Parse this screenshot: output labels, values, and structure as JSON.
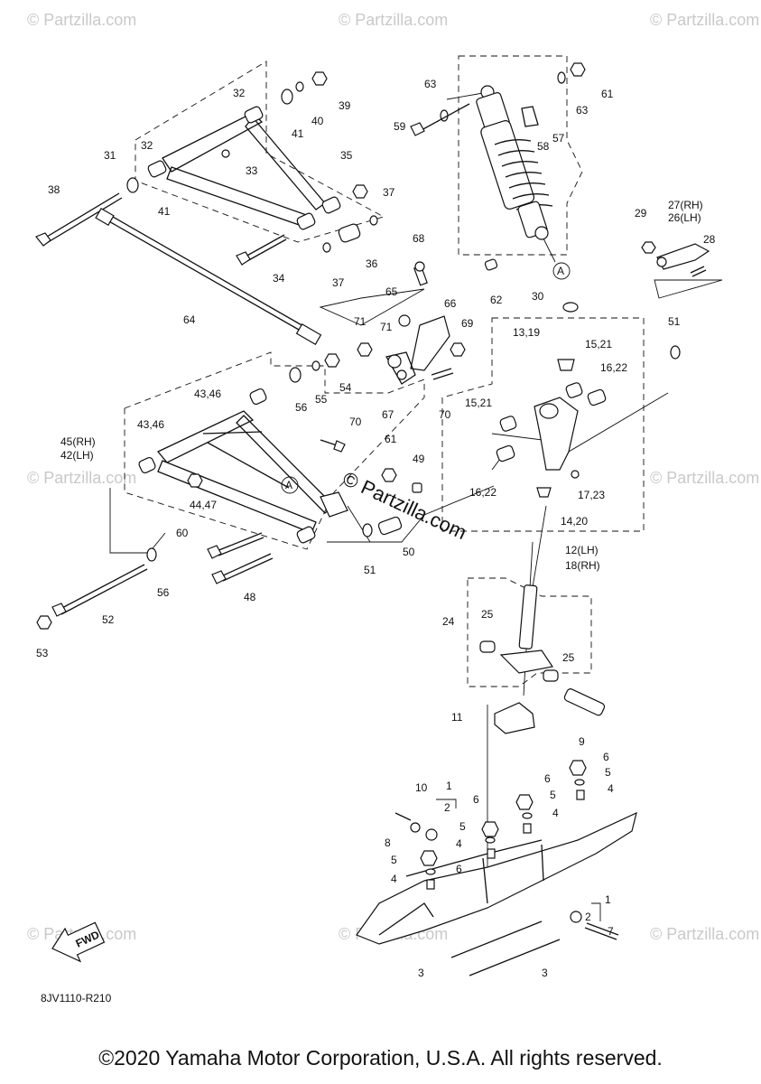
{
  "watermark": "© Partzilla.com",
  "center_watermark": "© Partzilla.com",
  "diagram_code": "8JV1110-R210",
  "fwd_label": "FWD",
  "copyright": "©2020 Yamaha Motor Corporation, U.S.A. All rights reserved.",
  "circle_ref": "A",
  "callouts": [
    "1",
    "1",
    "2",
    "2",
    "3",
    "3",
    "4",
    "4",
    "4",
    "4",
    "5",
    "5",
    "5",
    "5",
    "6",
    "6",
    "6",
    "6",
    "7",
    "8",
    "9",
    "10",
    "11",
    "12(LH)",
    "18(RH)",
    "13,19",
    "14,20",
    "15,21",
    "15,21",
    "16,22",
    "16,22",
    "17,23",
    "24",
    "25",
    "25",
    "26(LH)",
    "27(RH)",
    "28",
    "29",
    "30",
    "31",
    "32",
    "32",
    "33",
    "34",
    "35",
    "36",
    "37",
    "37",
    "38",
    "39",
    "40",
    "41",
    "41",
    "42(LH)",
    "43,46",
    "43,46",
    "44,47",
    "45(RH)",
    "48",
    "49",
    "50",
    "51",
    "51",
    "52",
    "53",
    "54",
    "55",
    "56",
    "56",
    "57",
    "58",
    "59",
    "60",
    "61",
    "61",
    "62",
    "63",
    "63",
    "64",
    "65",
    "66",
    "67",
    "68",
    "69",
    "70",
    "70",
    "71",
    "71"
  ]
}
